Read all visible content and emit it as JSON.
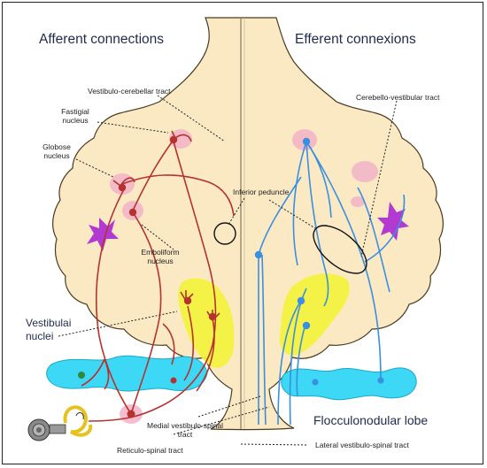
{
  "titles": {
    "afferent": "Afferent connections",
    "efferent": "Efferent connexions"
  },
  "labels": {
    "vestibulo_cerebellar_tract": "Vestibulo-cerebellar tract",
    "fastigial_nucleus_1": "Fastigial",
    "fastigial_nucleus_2": "nucleus",
    "globose_nucleus_1": "Globose",
    "globose_nucleus_2": "nucleus",
    "emboliform_nucleus_1": "Emboliform",
    "emboliform_nucleus_2": "nucleus",
    "inferior_peduncle": "Inferior peduncle",
    "cerebello_vestibular_tract": "Cerebello-vestibular tract",
    "vestibular_nuclei_1": "Vestibulai",
    "vestibular_nuclei_2": "nuclei",
    "flocculonodular_lobe": "Flocculonodular lobe",
    "medial_vestibulo_spinal_1": "Medial vestibulo-spinal",
    "medial_vestibulo_spinal_2": "tract",
    "reticulo_spinal_tract": "Reticulo-spinal tract",
    "lateral_vestibulo_spinal_tract": "Lateral vestibulo-spinal tract"
  },
  "colors": {
    "cerebellum_fill": "#fbe9c4",
    "afferent_path": "#b5322e",
    "efferent_path": "#3a8fe0",
    "flocculus": "#3dd8f5",
    "vestibular_nuclei": "#f3f33a",
    "nucleus_halo": "#f2b3c8",
    "purple_marker": "#b23ad0"
  }
}
